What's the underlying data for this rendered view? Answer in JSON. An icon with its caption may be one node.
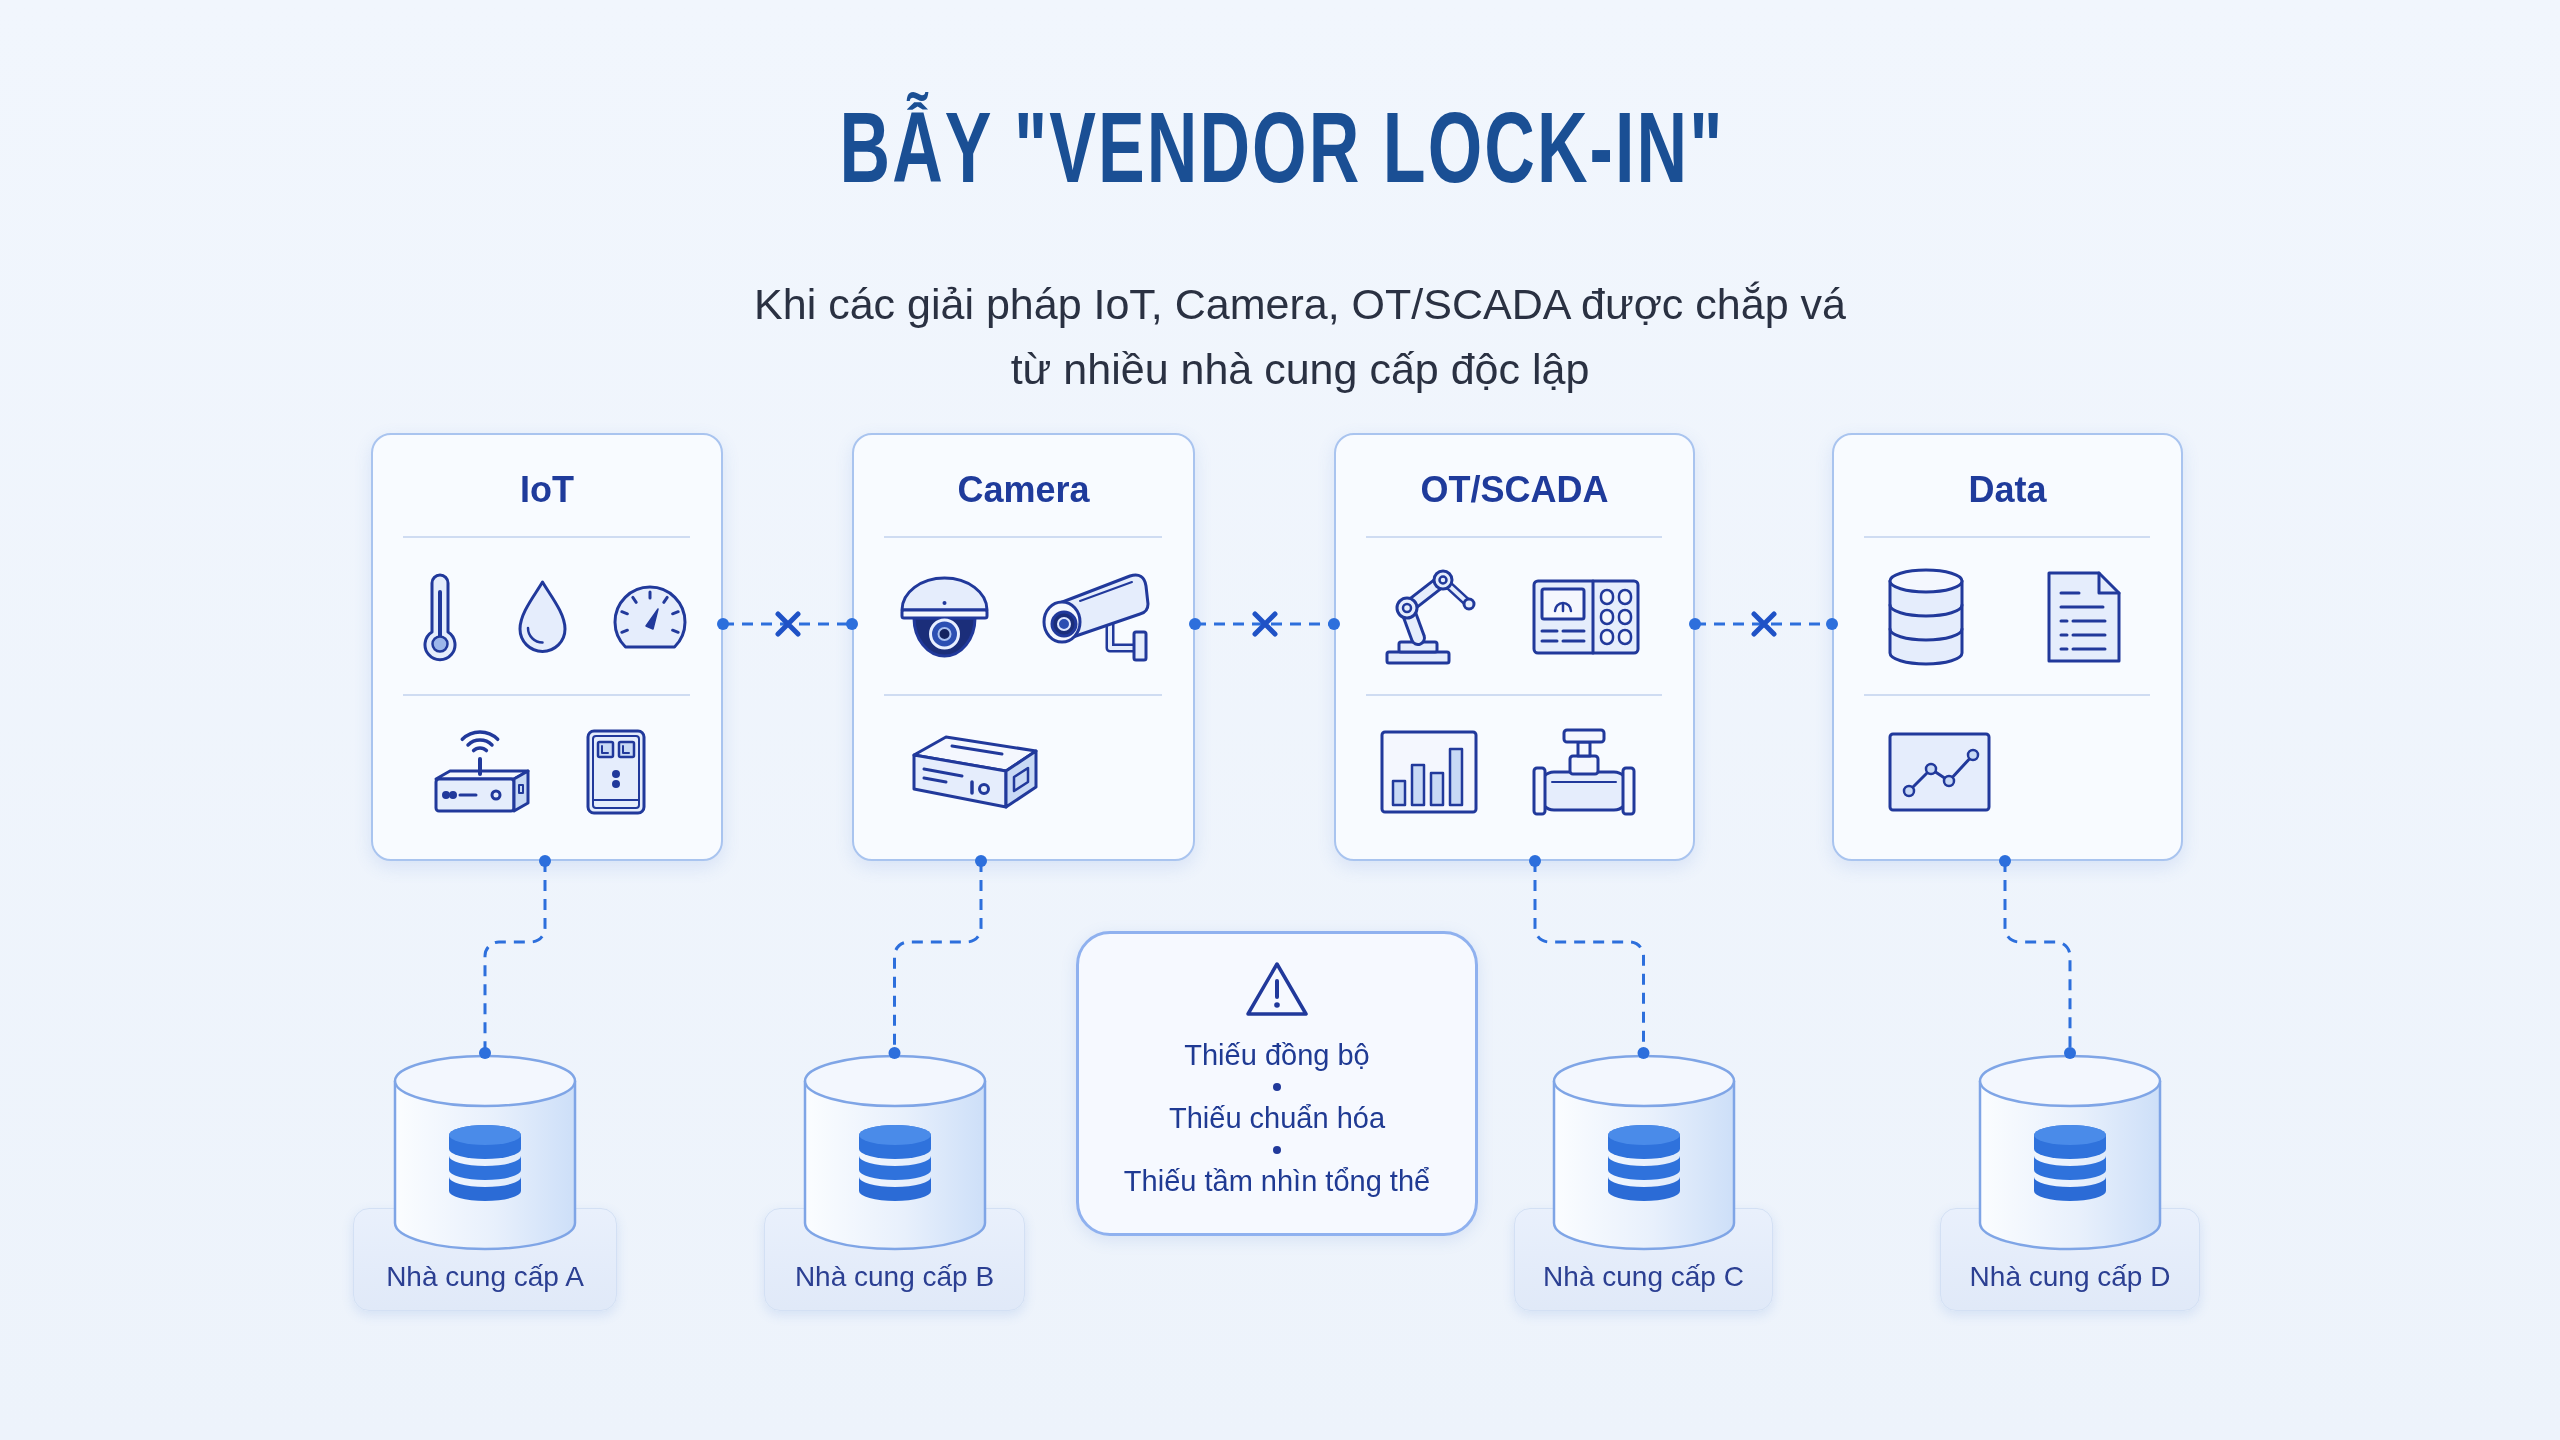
{
  "diagram": {
    "title": "BẪY \"VENDOR LOCK-IN\"",
    "nodes": [
      {
        "text": [
          "IoT"
        ]
      },
      {
        "text": [
          "Camera"
        ]
      },
      {
        "text": [
          "OT/SCADA"
        ]
      },
      {
        "text": [
          "Data"
        ]
      },
      {
        "text": [
          "Nhà cung cấp A"
        ]
      },
      {
        "text": [
          "Nhà cung cấp B"
        ]
      },
      {
        "text": [
          "Thiếu đồng bộ",
          "Thiếu chuẩn hóa",
          "Thiếu tầm nhìn tổng thể"
        ]
      },
      {
        "text": [
          "Nhà cung cấp C"
        ]
      },
      {
        "text": [
          "Nhà cung cấp D"
        ]
      }
    ],
    "edges": [
      {
        "from": 0,
        "to": 1,
        "arrow": "other",
        "style": "dashed"
      },
      {
        "from": 1,
        "to": 2,
        "arrow": "other",
        "style": "dashed"
      },
      {
        "from": 2,
        "to": 3,
        "arrow": "other",
        "style": "dashed"
      },
      {
        "from": 0,
        "to": 4,
        "arrow": "other",
        "style": "dashed"
      },
      {
        "from": 1,
        "to": 5,
        "arrow": "other",
        "style": "dashed"
      },
      {
        "from": 2,
        "to": 7,
        "arrow": "other",
        "style": "dashed"
      },
      {
        "from": 3,
        "to": 8,
        "arrow": "other",
        "style": "dashed"
      }
    ],
    "labels": [
      "Khi các giải pháp IoT, Camera, OT/SCADA được chắp vá từ nhiều nhà cung cấp độc lập"
    ]
  }
}
